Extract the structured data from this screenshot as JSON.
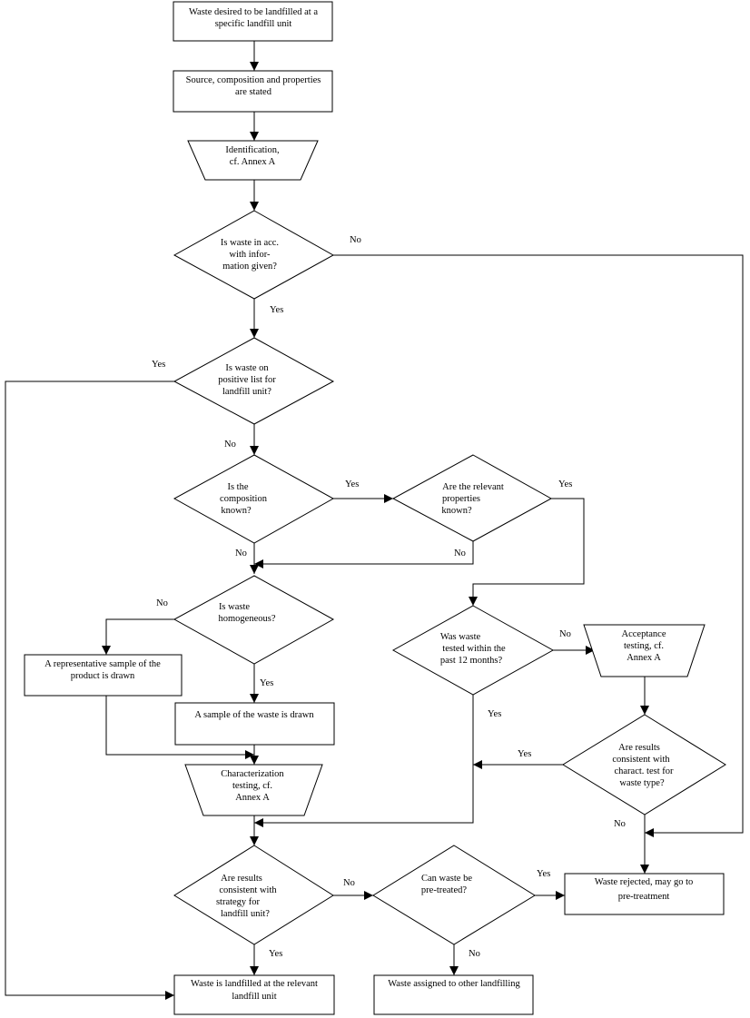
{
  "nodes": {
    "start": [
      "Waste desired to be landfilled at a",
      "specific landfill unit"
    ],
    "source": [
      "Source, composition and properties",
      "are stated"
    ],
    "identification": [
      "Identification,",
      "cf. Annex A"
    ],
    "q_info": [
      "Is waste in acc.",
      "with infor-",
      "mation given?"
    ],
    "q_positive": [
      "Is waste on",
      "positive list for",
      "landfill unit?"
    ],
    "q_composition": [
      "Is the",
      "composition",
      "known?"
    ],
    "q_properties": [
      "Are the relevant",
      "properties",
      "known?"
    ],
    "q_homogeneous": [
      "Is waste",
      "homogeneous?"
    ],
    "rep_sample": [
      "A representative sample of the",
      "product is drawn"
    ],
    "sample": [
      "A sample of the waste is drawn"
    ],
    "characterization": [
      "Characterization",
      "testing, cf.",
      "Annex A"
    ],
    "q_tested": [
      "Was waste",
      "tested within the",
      "past 12 months?"
    ],
    "acceptance": [
      "Acceptance",
      "testing, cf.",
      "Annex A"
    ],
    "q_consistent_charact": [
      "Are results",
      "consistent with",
      "charact. test for",
      "waste type?"
    ],
    "q_consistent_strategy": [
      "Are results",
      "consistent with",
      "strategy for",
      "landfill unit?"
    ],
    "q_pretreat": [
      "Can waste be",
      "pre-treated?"
    ],
    "rejected": [
      "Waste rejected, may go to",
      "pre-treatment"
    ],
    "landfilled": [
      "Waste is landfilled at the relevant",
      "landfill unit"
    ],
    "other": [
      "Waste assigned to other landfilling"
    ]
  },
  "edge_labels": {
    "info_no": "No",
    "info_yes": "Yes",
    "positive_yes": "Yes",
    "positive_no": "No",
    "composition_yes": "Yes",
    "composition_no": "No",
    "properties_yes": "Yes",
    "properties_no": "No",
    "homogeneous_no": "No",
    "homogeneous_yes": "Yes",
    "tested_no": "No",
    "tested_yes": "Yes",
    "charact_yes": "Yes",
    "charact_no": "No",
    "strategy_no": "No",
    "strategy_yes": "Yes",
    "pretreat_yes": "Yes",
    "pretreat_no": "No"
  }
}
